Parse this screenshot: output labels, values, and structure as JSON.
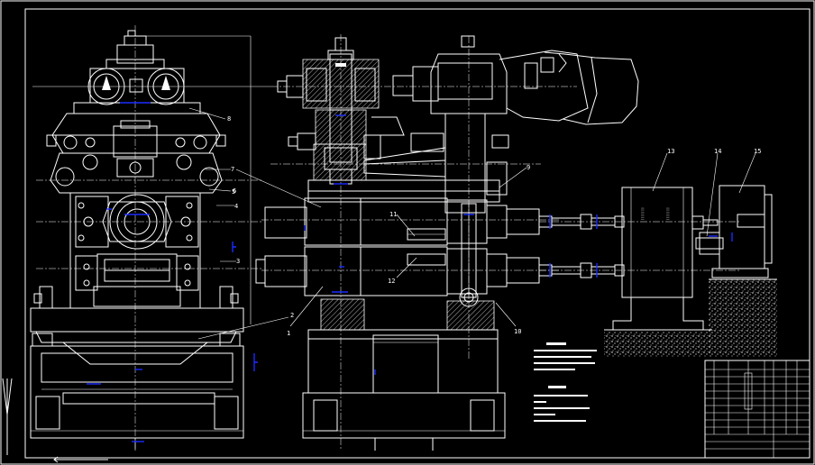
{
  "drawing": {
    "balloons": [
      {
        "id": "b1",
        "text": "1"
      },
      {
        "id": "b2",
        "text": "2"
      },
      {
        "id": "b3",
        "text": "3"
      },
      {
        "id": "b4",
        "text": "4"
      },
      {
        "id": "b5",
        "text": "5"
      },
      {
        "id": "b6",
        "text": "6"
      },
      {
        "id": "b7",
        "text": "7"
      },
      {
        "id": "b8",
        "text": "8"
      },
      {
        "id": "b9",
        "text": "9"
      },
      {
        "id": "b10",
        "text": "10"
      },
      {
        "id": "b11",
        "text": "11"
      },
      {
        "id": "b12",
        "text": "12"
      },
      {
        "id": "b13",
        "text": "13"
      },
      {
        "id": "b14",
        "text": "14"
      },
      {
        "id": "b15",
        "text": "15"
      }
    ],
    "colors": {
      "background": "#000000",
      "line": "#ffffff",
      "dimension": "#1a2cff"
    }
  }
}
